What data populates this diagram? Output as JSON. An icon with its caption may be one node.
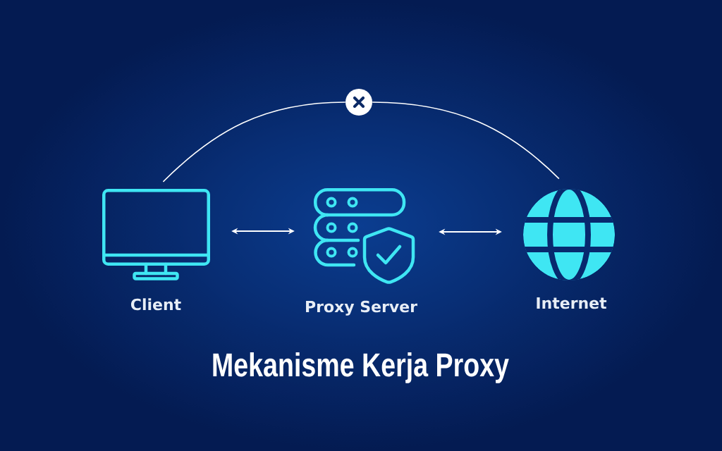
{
  "diagram": {
    "title": "Mekanisme Kerja Proxy",
    "nodes": [
      {
        "text": [],
        "shape": "circle"
      },
      {
        "text": [],
        "shape": "picture",
        "beside": [
          "Client"
        ]
      },
      {
        "text": [],
        "shape": "picture",
        "beside": [
          "Proxy Server"
        ]
      },
      {
        "text": [],
        "shape": "picture",
        "beside": [
          "Internet"
        ]
      }
    ],
    "edges": [
      {
        "from": 1,
        "to": 0,
        "arrow": "none"
      },
      {
        "from": 0,
        "to": 3,
        "arrow": "none"
      },
      {
        "from": 1,
        "to": 2,
        "arrow": "both"
      },
      {
        "from": 2,
        "to": 3,
        "arrow": "both"
      }
    ]
  }
}
